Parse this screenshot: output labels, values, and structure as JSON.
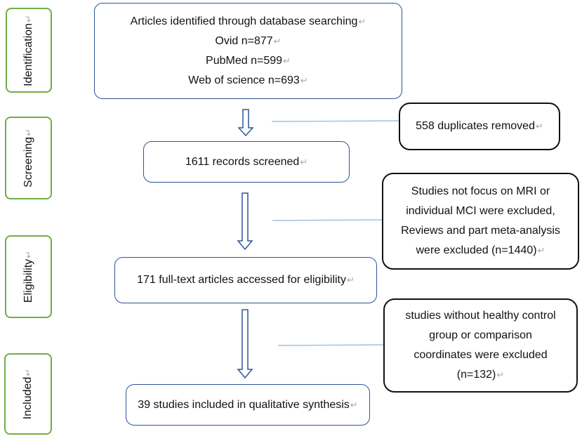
{
  "stages": [
    {
      "label": "Identification"
    },
    {
      "label": "Screening"
    },
    {
      "label": "Eligibility"
    },
    {
      "label": "Included"
    }
  ],
  "identification": {
    "heading": "Articles identified through database searching",
    "lines": [
      "Ovid n=877",
      "PubMed n=599",
      "Web of science n=693"
    ]
  },
  "screening": {
    "text": "1611 records screened"
  },
  "eligibility": {
    "text": "171 full-text articles accessed for eligibility"
  },
  "included": {
    "text": "39 studies included in qualitative synthesis"
  },
  "exclusions": {
    "duplicates": {
      "text": "558 duplicates removed"
    },
    "not_focus": {
      "lines": [
        "Studies not focus on MRI or",
        "individual MCI were excluded,",
        "Reviews and part meta-analysis",
        "were excluded (n=1440)"
      ]
    },
    "no_control": {
      "lines": [
        "studies without healthy control",
        "group or comparison",
        "coordinates were excluded",
        "(n=132)"
      ]
    }
  },
  "colors": {
    "stage_border": "#70ad47",
    "flow_border": "#2e5597",
    "arrow": "#2e5597",
    "connector": "#9dc3e6",
    "exclusion_border": "#111111"
  }
}
